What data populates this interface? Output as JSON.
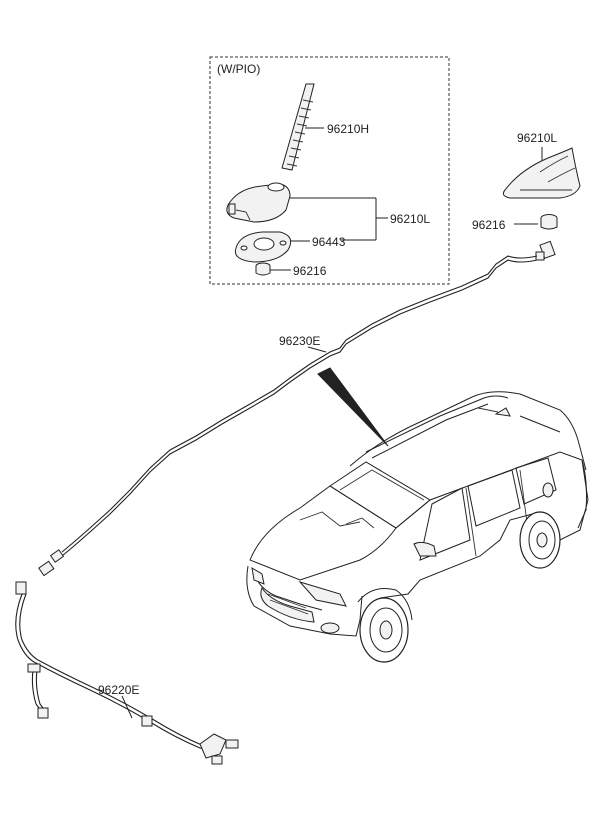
{
  "inset": {
    "title": "(W/PIO)"
  },
  "labels": {
    "antenna_rod": "96210H",
    "antenna_top": "96210L",
    "antenna_assy_wpio": "96210L",
    "pad": "96443",
    "nut_wpio": "96216",
    "nut_top": "96216",
    "feeder_cable": "96230E",
    "extension_cable": "96220E"
  },
  "icons": [
    "antenna-rod-icon",
    "shark-fin-antenna-icon",
    "antenna-base-icon",
    "gasket-icon",
    "nut-icon",
    "vehicle-icon",
    "cable-connector-icon"
  ]
}
